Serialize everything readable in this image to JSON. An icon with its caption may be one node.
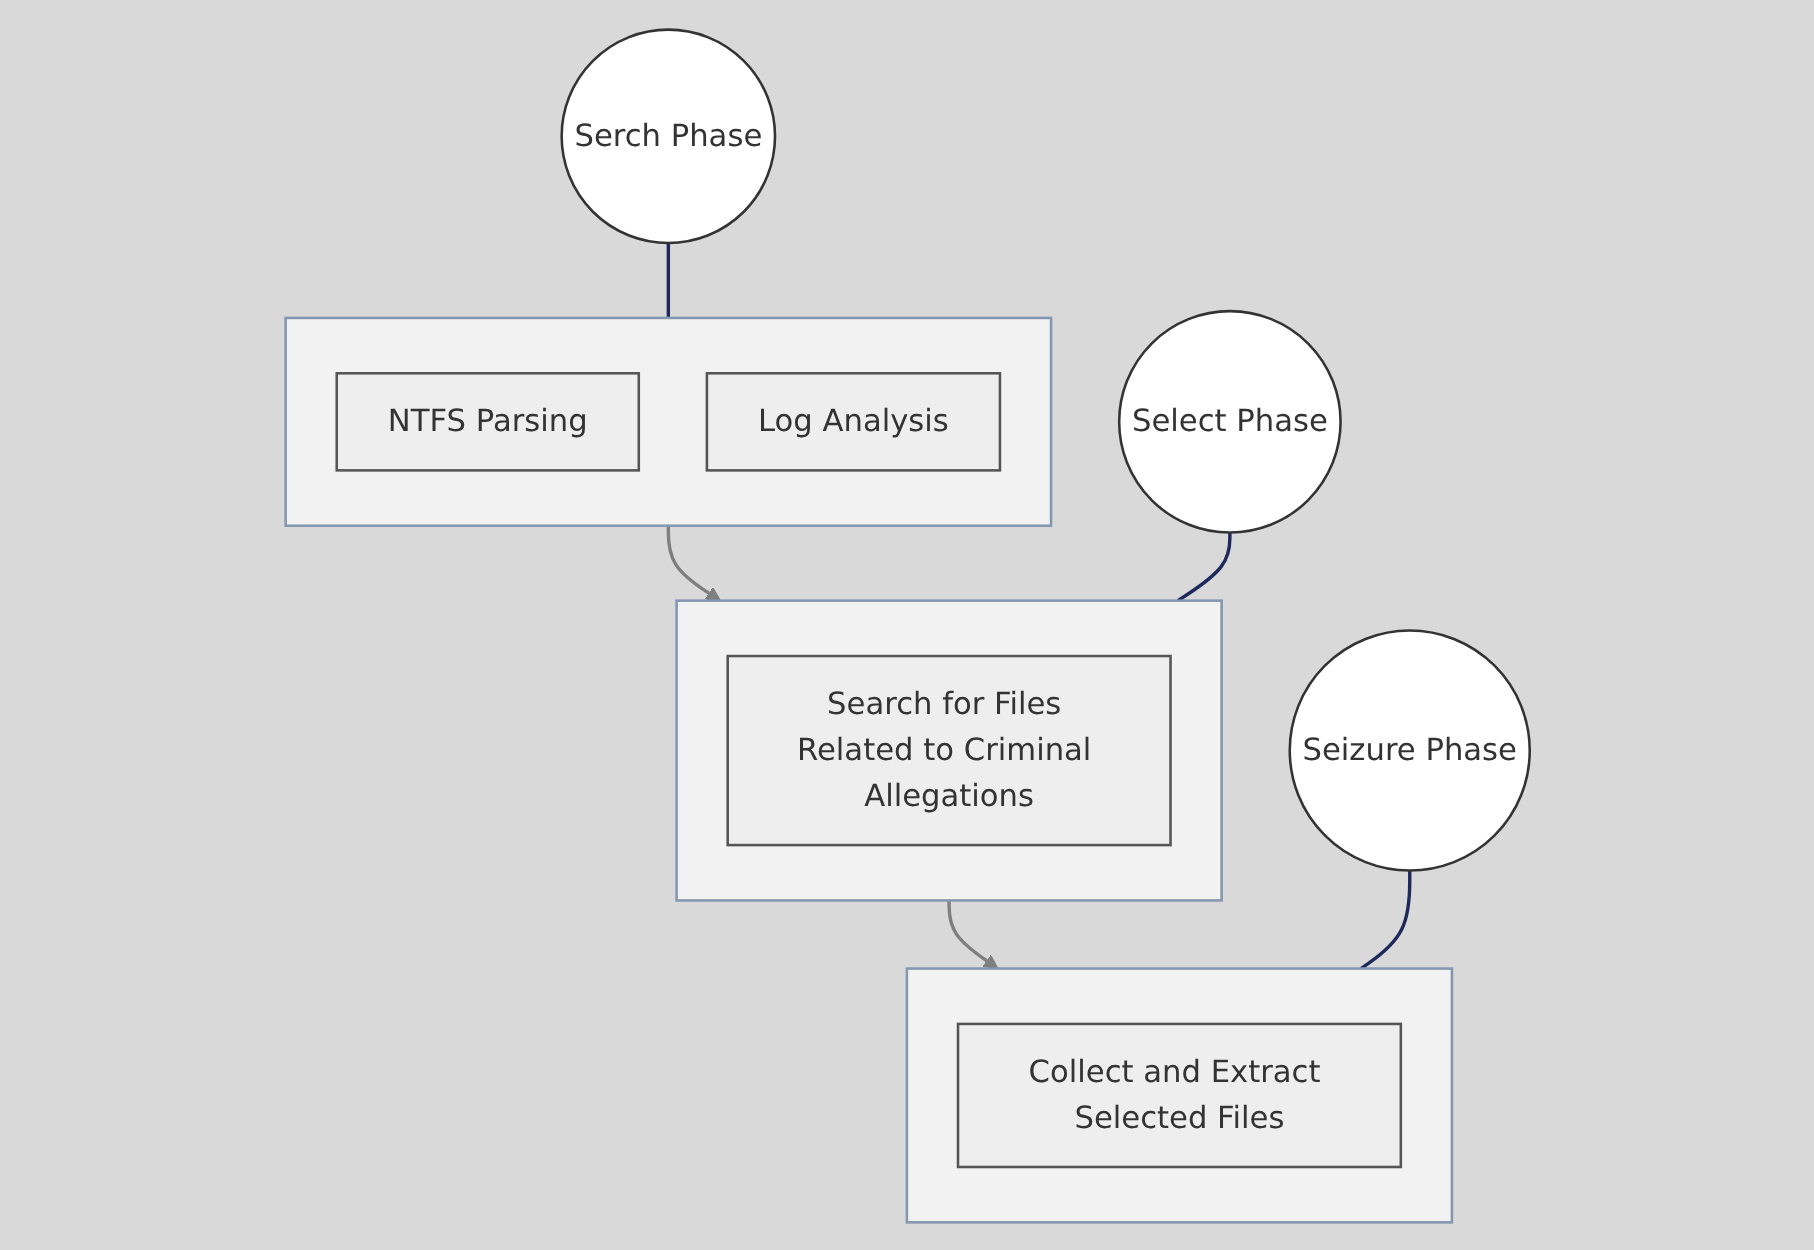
{
  "diagram": {
    "nodes": [
      {
        "text": [
          "Serch Phase"
        ]
      },
      {
        "text": [],
        "shape": "box"
      },
      {
        "text": [
          "NTFS Parsing"
        ],
        "in": 1
      },
      {
        "text": [
          "Log Analysis"
        ],
        "in": 1
      },
      {
        "text": [
          "Select Phase"
        ]
      },
      {
        "text": [],
        "shape": "box"
      },
      {
        "text": [
          "Search for Files Related to Criminal Allegations"
        ],
        "in": 5
      },
      {
        "text": [
          "Seizure Phase"
        ]
      },
      {
        "text": [],
        "shape": "box"
      },
      {
        "text": [
          "Collect and Extract Selected Files"
        ],
        "in": 8
      }
    ],
    "edges": [
      {
        "from": 0,
        "to": 1,
        "arrow": "none"
      },
      {
        "from": 1,
        "to": 5,
        "arrow": "to",
        "color": "#7f7f7f"
      },
      {
        "from": 4,
        "to": 5,
        "arrow": "none"
      },
      {
        "from": 5,
        "to": 8,
        "arrow": "to",
        "color": "#7f7f7f"
      },
      {
        "from": 7,
        "to": 8,
        "arrow": "none"
      }
    ]
  }
}
